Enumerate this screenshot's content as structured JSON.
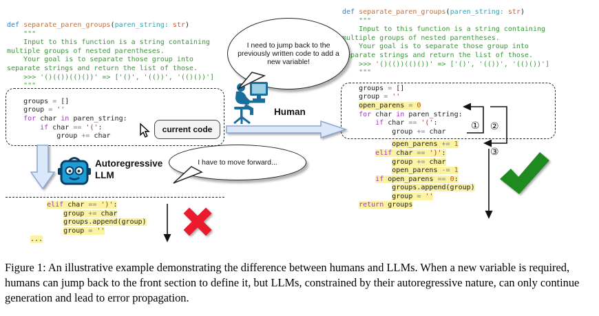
{
  "colors": {
    "kw1": "#2E7BC2",
    "fn": "#C0703C",
    "param": "#2BA3B8",
    "typ": "#C75B3C",
    "doc": "#3A9639",
    "kw2": "#A032C8",
    "str": "#A5342C",
    "num": "#C1531F",
    "op": "#808080",
    "plain": "#1C1C1C",
    "highlight": "#FBF3A1",
    "check": "#1F8A1F",
    "cross": "#EA1B2D",
    "arrow_fill": "#DBE8F9",
    "arrow_stroke": "#8AA7D4",
    "icon_blue": "#1A6E9E",
    "robot_fill": "#1F9BD7",
    "robot_stroke": "#0A3D62"
  },
  "labels": {
    "current_code": "current code",
    "human": "Human",
    "llm": "Autoregressive LLM",
    "step1": "①",
    "step2": "②",
    "step3": "③"
  },
  "bubbles": {
    "human": "I need to jump back to the previously written code to add a new variable!",
    "llm": "I have to move forward..."
  },
  "caption": "Figure 1: An illustrative example demonstrating the difference between humans and LLMs. When a new variable is required, humans can jump back to the front section to define it, but LLMs, constrained by their autoregressive nature, can only continue generation and lead to error propagation.",
  "code": {
    "left": {
      "lines": [
        {
          "t": [
            [
              "kw1",
              "def "
            ],
            [
              "fn",
              "separate_paren_groups"
            ],
            [
              "plain",
              "("
            ],
            [
              "param",
              "paren_string:"
            ],
            [
              "plain",
              " "
            ],
            [
              "typ",
              "str"
            ],
            [
              "plain",
              ")"
            ]
          ]
        },
        {
          "t": [
            [
              "doc",
              "    \"\"\""
            ]
          ]
        },
        {
          "t": [
            [
              "doc",
              "    Input to this function is a string containing"
            ]
          ]
        },
        {
          "t": [
            [
              "doc",
              "multiple groups of nested parentheses."
            ]
          ]
        },
        {
          "t": [
            [
              "doc",
              "    Your goal is to separate those group into"
            ]
          ]
        },
        {
          "t": [
            [
              "doc",
              "separate strings and return the list of those."
            ]
          ]
        },
        {
          "t": [
            [
              "doc",
              "    >>> '()(())(()())' => ['()', '(())', '(()())']"
            ]
          ]
        },
        {
          "t": [
            [
              "doc",
              "    \"\"\""
            ]
          ]
        },
        {
          "mt": 10,
          "t": [
            [
              "plain",
              "    groups "
            ],
            [
              "op",
              "="
            ],
            [
              "plain",
              " []"
            ]
          ]
        },
        {
          "t": [
            [
              "plain",
              "    group "
            ],
            [
              "op",
              "="
            ],
            [
              "str",
              " ''"
            ]
          ]
        },
        {
          "t": [
            [
              "kw2",
              "    for"
            ],
            [
              "plain",
              " char "
            ],
            [
              "kw2",
              "in"
            ],
            [
              "plain",
              " paren_string:"
            ]
          ]
        },
        {
          "t": [
            [
              "kw2",
              "        if"
            ],
            [
              "plain",
              " char "
            ],
            [
              "op",
              "=="
            ],
            [
              "str",
              " '('"
            ],
            [
              "plain",
              ":"
            ]
          ]
        },
        {
          "t": [
            [
              "plain",
              "            group "
            ],
            [
              "op",
              "+="
            ],
            [
              "plain",
              " char"
            ]
          ]
        }
      ]
    },
    "right": {
      "lines": [
        {
          "t": [
            [
              "kw1",
              "def "
            ],
            [
              "fn",
              "separate_paren_groups"
            ],
            [
              "plain",
              "("
            ],
            [
              "param",
              "paren_string:"
            ],
            [
              "plain",
              " "
            ],
            [
              "typ",
              "str"
            ],
            [
              "plain",
              ")"
            ]
          ]
        },
        {
          "t": [
            [
              "doc",
              "    \"\"\""
            ]
          ]
        },
        {
          "t": [
            [
              "doc",
              "    Input to this function is a string containing"
            ]
          ]
        },
        {
          "t": [
            [
              "doc",
              "multiple groups of nested parentheses."
            ]
          ]
        },
        {
          "t": [
            [
              "doc",
              "    Your goal is to separate those group into"
            ]
          ]
        },
        {
          "t": [
            [
              "doc",
              "separate strings and return the list of those."
            ]
          ]
        },
        {
          "t": [
            [
              "doc",
              "    >>> '()(())(()())' => ['()', '(())', '(()())']"
            ]
          ]
        },
        {
          "t": [
            [
              "doc",
              "    \"\"\""
            ]
          ]
        },
        {
          "mt": 10,
          "t": [
            [
              "plain",
              "    groups "
            ],
            [
              "op",
              "="
            ],
            [
              "plain",
              " []"
            ]
          ]
        },
        {
          "t": [
            [
              "plain",
              "    group "
            ],
            [
              "op",
              "="
            ],
            [
              "str",
              " ''"
            ]
          ]
        },
        {
          "hl": true,
          "t": [
            [
              "plain",
              "    open_parens "
            ],
            [
              "op",
              "="
            ],
            [
              "num",
              " 0"
            ]
          ]
        },
        {
          "t": [
            [
              "kw2",
              "    for"
            ],
            [
              "plain",
              " char "
            ],
            [
              "kw2",
              "in"
            ],
            [
              "plain",
              " paren_string:"
            ]
          ]
        },
        {
          "t": [
            [
              "kw2",
              "        if"
            ],
            [
              "plain",
              " char "
            ],
            [
              "op",
              "=="
            ],
            [
              "str",
              " '('"
            ],
            [
              "plain",
              ":"
            ]
          ]
        },
        {
          "t": [
            [
              "plain",
              "            group "
            ],
            [
              "op",
              "+="
            ],
            [
              "plain",
              " char"
            ]
          ]
        },
        {
          "mt": 6,
          "hl": true,
          "t": [
            [
              "plain",
              "            open_parens "
            ],
            [
              "op",
              "+="
            ],
            [
              "num",
              " 1"
            ]
          ]
        },
        {
          "hl": true,
          "t": [
            [
              "kw2",
              "        elif"
            ],
            [
              "plain",
              " char "
            ],
            [
              "op",
              "=="
            ],
            [
              "str",
              " ')'"
            ],
            [
              "plain",
              ":"
            ]
          ]
        },
        {
          "hl": true,
          "t": [
            [
              "plain",
              "            group "
            ],
            [
              "op",
              "+="
            ],
            [
              "plain",
              " char"
            ]
          ]
        },
        {
          "hl": true,
          "t": [
            [
              "plain",
              "            open_parens "
            ],
            [
              "op",
              "-="
            ],
            [
              "num",
              " 1"
            ]
          ]
        },
        {
          "hl": true,
          "t": [
            [
              "kw2",
              "        if"
            ],
            [
              "plain",
              " open_parens "
            ],
            [
              "op",
              "=="
            ],
            [
              "num",
              " 0"
            ],
            [
              "plain",
              ":"
            ]
          ]
        },
        {
          "hl": true,
          "t": [
            [
              "plain",
              "            groups.append(group)"
            ]
          ]
        },
        {
          "hl": true,
          "t": [
            [
              "plain",
              "            group "
            ],
            [
              "op",
              "="
            ],
            [
              "str",
              " ''"
            ]
          ]
        },
        {
          "hl": true,
          "t": [
            [
              "kw2",
              "    return"
            ],
            [
              "plain",
              " groups"
            ]
          ]
        }
      ]
    },
    "llm": {
      "lines": [
        {
          "hl": true,
          "t": [
            [
              "kw2",
              "    elif"
            ],
            [
              "plain",
              " char "
            ],
            [
              "op",
              "=="
            ],
            [
              "str",
              " ')'"
            ],
            [
              "plain",
              ":"
            ]
          ]
        },
        {
          "hl": true,
          "t": [
            [
              "plain",
              "        group "
            ],
            [
              "op",
              "+="
            ],
            [
              "plain",
              " char"
            ]
          ]
        },
        {
          "hl": true,
          "t": [
            [
              "plain",
              "        groups.append(group)"
            ]
          ]
        },
        {
          "hl": true,
          "t": [
            [
              "plain",
              "        group "
            ],
            [
              "op",
              "="
            ],
            [
              "str",
              " ''"
            ]
          ]
        },
        {
          "hl": true,
          "t": [
            [
              "plain",
              "..."
            ]
          ]
        }
      ]
    }
  }
}
